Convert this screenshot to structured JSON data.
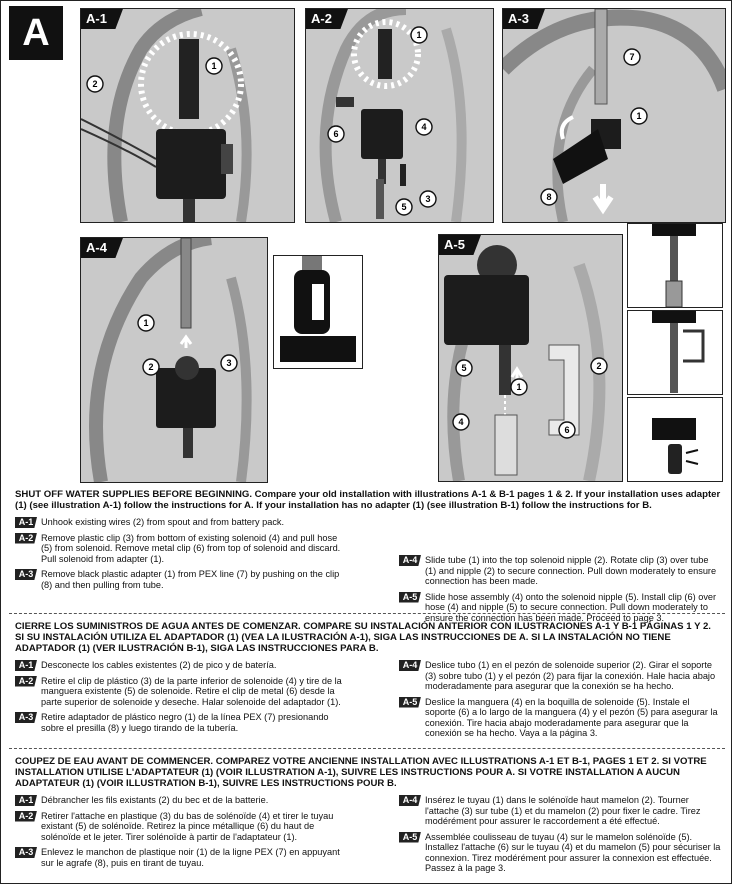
{
  "section_badge": "A",
  "panels": {
    "a1": {
      "label": "A-1",
      "callouts": [
        "1",
        "2"
      ]
    },
    "a2": {
      "label": "A-2",
      "callouts": [
        "1",
        "6",
        "4",
        "3",
        "5"
      ]
    },
    "a3": {
      "label": "A-3",
      "callouts": [
        "7",
        "1",
        "8"
      ]
    },
    "a4": {
      "label": "A-4",
      "callouts": [
        "1",
        "2",
        "3"
      ]
    },
    "a5": {
      "label": "A-5",
      "callouts": [
        "5",
        "4",
        "6",
        "1",
        "2"
      ]
    }
  },
  "english": {
    "heading": "SHUT OFF WATER SUPPLIES BEFORE BEGINNING. Compare your old installation with illustrations A-1 & B-1 pages 1 & 2. If your installation uses adapter (1) (see illustration A-1) follow the instructions for A. If your installation has no adapter (1) (see illustration B-1) follow the instructions for B.",
    "steps": [
      {
        "tag": "A-1",
        "text": "Unhook existing wires (2) from spout and from battery pack."
      },
      {
        "tag": "A-2",
        "text": "Remove plastic clip (3) from bottom of existing solenoid (4) and pull hose (5) from solenoid. Remove metal clip (6) from top of solenoid and discard. Pull solenoid from adapter (1)."
      },
      {
        "tag": "A-3",
        "text": "Remove black plastic adapter (1) from PEX line (7) by pushing on the clip (8) and then pulling from tube."
      },
      {
        "tag": "A-4",
        "text": "Slide tube (1) into the top solenoid nipple (2). Rotate clip (3) over tube (1) and nipple (2) to secure connection. Pull down moderately to ensure connection has been made."
      },
      {
        "tag": "A-5",
        "text": "Slide hose assembly (4) onto the solenoid nipple (5). Install clip (6) over hose (4) and nipple (5) to secure connection. Pull down moderately to ensure the connection has been made. Proceed to page 3."
      }
    ]
  },
  "spanish": {
    "heading": "CIERRE LOS SUMINISTROS DE AGUA ANTES DE COMENZAR. COMPARE SU INSTALACIÓN ANTERIOR CON ILUSTRACIONES A-1 Y B-1 PÁGINAS 1 Y 2. SI SU INSTALACIÓN UTILIZA EL ADAPTADOR (1) (VEA LA ILUSTRACIÓN A-1), SIGA LAS INSTRUCCIONES DE A. SI LA INSTALACIÓN NO TIENE ADAPTADOR (1) (VER ILUSTRACIÓN B-1), SIGA LAS INSTRUCCIONES PARA B.",
    "steps": [
      {
        "tag": "A-1",
        "text": "Desconecte los cables existentes (2) de pico y de batería."
      },
      {
        "tag": "A-2",
        "text": "Retire el clip de plástico (3) de la parte inferior de solenoide (4) y tire de la manguera existente (5) de solenoide. Retire el clip de metal (6) desde la parte superior de solenoide y deseche. Halar solenoide del adaptador (1)."
      },
      {
        "tag": "A-3",
        "text": "Retire adaptador de plástico negro (1) de la línea PEX (7) presionando sobre el presilla (8) y luego tirando de la tubería."
      },
      {
        "tag": "A-4",
        "text": "Deslice tubo (1) en el pezón de solenoide superior (2). Girar el soporte (3) sobre tubo (1) y el pezón (2) para fijar la conexión. Hale hacia abajo moderadamente para asegurar que la conexión se ha hecho."
      },
      {
        "tag": "A-5",
        "text": "Deslice la manguera (4) en la boquilla de solenoide (5). Instale el soporte (6) a lo largo de la manguera (4) y el pezón (5) para asegurar la conexión. Tire hacia abajo moderadamente para asegurar que la conexión se ha hecho. Vaya a la página 3."
      }
    ]
  },
  "french": {
    "heading": "COUPEZ DE EAU AVANT DE COMMENCER. COMPAREZ VOTRE ANCIENNE INSTALLATION AVEC ILLUSTRATIONS A-1 ET B-1, PAGES 1 ET 2. SI VOTRE INSTALLATION UTILISE L'ADAPTATEUR (1) (VOIR ILLUSTRATION A-1), SUIVRE LES INSTRUCTIONS POUR A. SI VOTRE INSTALLATION A AUCUN ADAPTATEUR (1) (VOIR ILLUSTRATION B-1), SUIVRE LES INSTRUCTIONS POUR B.",
    "steps": [
      {
        "tag": "A-1",
        "text": "Débrancher les fils existants (2) du bec et de la batterie."
      },
      {
        "tag": "A-2",
        "text": "Retirer l'attache en plastique (3) du bas de solénoïde (4) et tirer le tuyau existant (5) de solénoïde. Retirez la pince métallique (6) du haut de solénoïde et le jeter. Tirer solénoïde à partir de l'adaptateur (1)."
      },
      {
        "tag": "A-3",
        "text": "Enlevez le manchon de plastique noir (1) de la ligne PEX (7) en appuyant sur le agrafe (8), puis en tirant de tuyau."
      },
      {
        "tag": "A-4",
        "text": "Insérez le tuyau (1) dans le solénoïde haut mamelon (2). Tourner l'attache (3) sur tube (1) et du mamelon (2) pour fixer le cadre. Tirez modérément pour assurer le raccordement a été effectué."
      },
      {
        "tag": "A-5",
        "text": "Assemblée coulisseau de tuyau (4) sur le mamelon solénoïde (5). Installez l'attache (6) sur le tuyau (4) et du mamelon (5) pour sécuriser la connexion. Tirez modérément pour assurer la connexion est effectuée. Passez à la page 3."
      }
    ]
  }
}
